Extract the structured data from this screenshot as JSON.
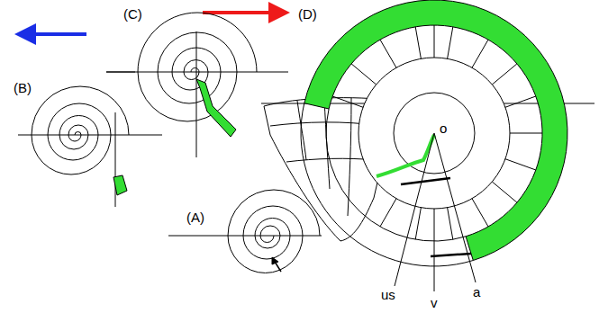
{
  "diagram": {
    "labels": [
      "(C)",
      "(D)",
      "(B)",
      "(A)",
      "o",
      "us",
      "v",
      "a"
    ]
  }
}
